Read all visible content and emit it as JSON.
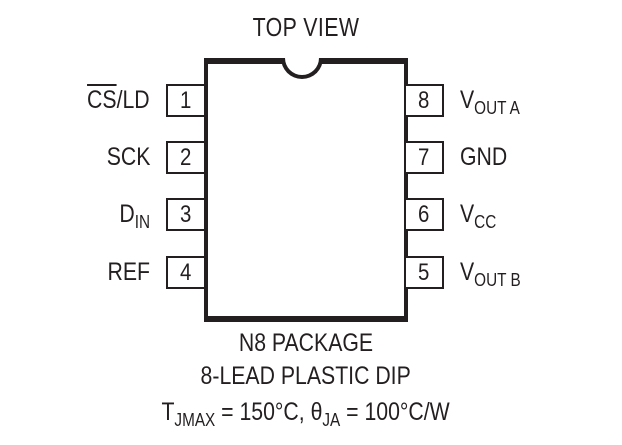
{
  "title": "TOP VIEW",
  "left_pins": [
    {
      "number": "1",
      "label_overline": "CS",
      "label_rest": "/LD"
    },
    {
      "number": "2",
      "label_main": "SCK"
    },
    {
      "number": "3",
      "label_main": "D",
      "label_sub": "IN"
    },
    {
      "number": "4",
      "label_main": "REF"
    }
  ],
  "right_pins": [
    {
      "number": "8",
      "label_main": "V",
      "label_sub": "OUT A"
    },
    {
      "number": "7",
      "label_main": "GND"
    },
    {
      "number": "6",
      "label_main": "V",
      "label_sub": "CC"
    },
    {
      "number": "5",
      "label_main": "V",
      "label_sub": "OUT B"
    }
  ],
  "caption": {
    "line1": "N8 PACKAGE",
    "line2": "8-LEAD PLASTIC DIP",
    "thermal": {
      "t_main": "T",
      "t_sub": "JMAX",
      "t_val": " = 150°C, ",
      "theta_main": "θ",
      "theta_sub": "JA",
      "theta_val": " = 100°C/W"
    }
  }
}
